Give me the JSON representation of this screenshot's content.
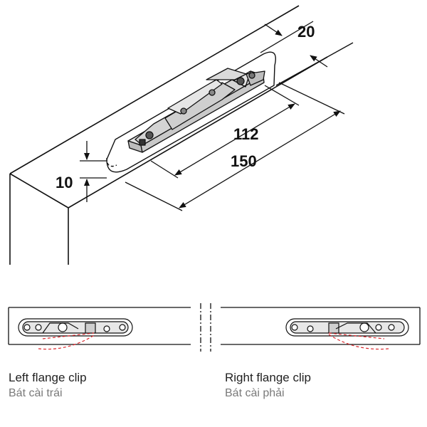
{
  "dimensions": {
    "width": "20",
    "hole_spacing": "112",
    "length": "150",
    "depth": "10"
  },
  "captions": {
    "left": {
      "title": "Left flange clip",
      "subtitle": "Bát cài trái"
    },
    "right": {
      "title": "Right flange clip",
      "subtitle": "Bát cài phải"
    }
  },
  "colors": {
    "line": "#111111",
    "part_fill": "#d4d4d4",
    "hidden_line": "#d9262b"
  }
}
